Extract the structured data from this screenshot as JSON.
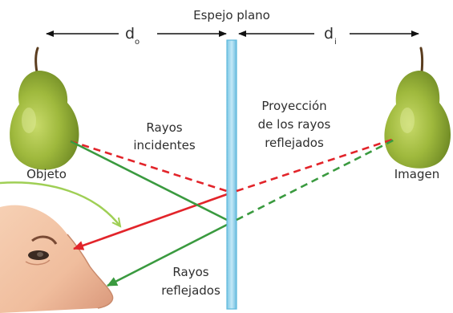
{
  "diagram": {
    "mirror_label": "Espejo plano",
    "object_distance": {
      "symbol": "d",
      "subscript": "o"
    },
    "image_distance": {
      "symbol": "d",
      "subscript": "i"
    },
    "object_label": "Objeto",
    "image_label": "Imagen",
    "incident_rays_label": [
      "Rayos",
      "incidentes"
    ],
    "projection_label": [
      "Proyección",
      "de los rayos",
      "reflejados"
    ],
    "reflected_rays_label": [
      "Rayos",
      "reflejados"
    ]
  },
  "colors": {
    "incident_ray": "#e2242a",
    "reflected_ray": "#3a9a3f",
    "mirror_fill": "#a6dbef",
    "mirror_edge": "#5db9dc",
    "sight_line": "#9fcf55",
    "pear_body": "#9fb93d",
    "pear_shadow": "#5f7a1c",
    "skin": "#f0bd9d"
  }
}
